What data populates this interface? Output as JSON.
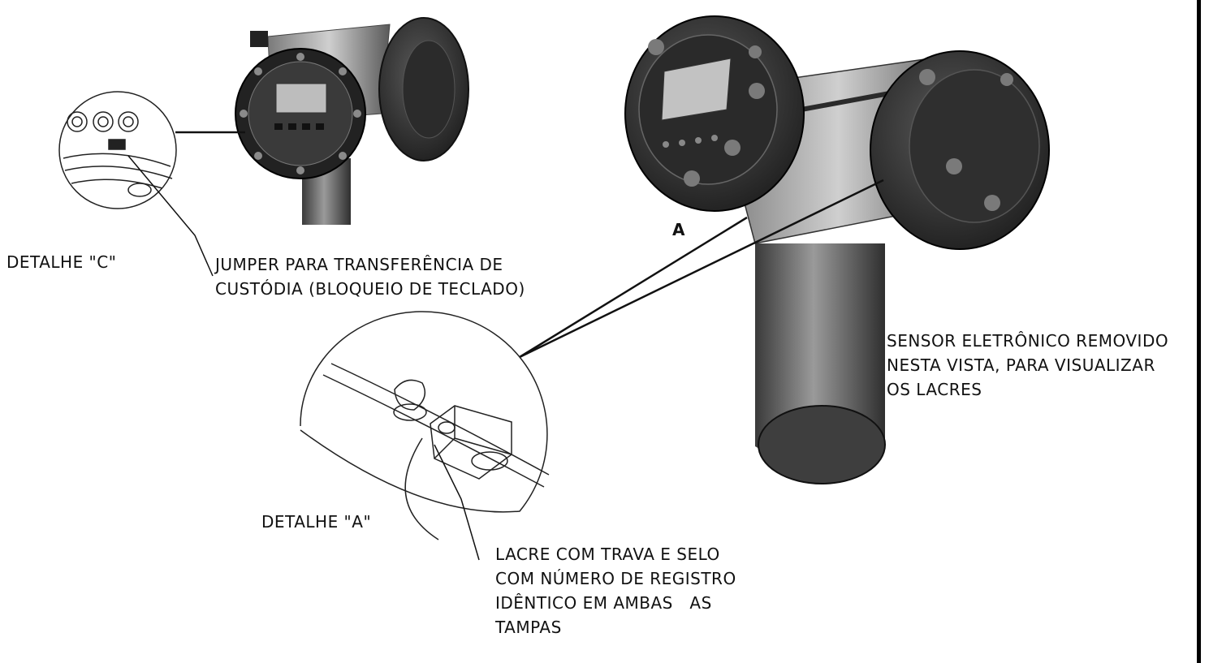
{
  "labels": {
    "detail_c": "DETALHE \"C\"",
    "jumper": [
      "JUMPER PARA TRANSFERÊNCIA DE",
      "CUSTÓDIA (BLOQUEIO DE TECLADO)"
    ],
    "marker_a": "A",
    "sensor_note": [
      "SENSOR ELETRÔNICO REMOVIDO",
      "NESTA VISTA, PARA VISUALIZAR",
      "OS LACRES"
    ],
    "detail_a": "DETALHE \"A\"",
    "lacre": [
      "LACRE COM TRAVA E SELO",
      "COM NÚMERO DE REGISTRO",
      "IDÊNTICO EM AMBAS   AS",
      "TAMPAS"
    ]
  },
  "colors": {
    "ink": "#111111",
    "metal_dark": "#2a2a2a",
    "metal_mid": "#6a6a6a",
    "metal_light": "#b8b8b8"
  }
}
